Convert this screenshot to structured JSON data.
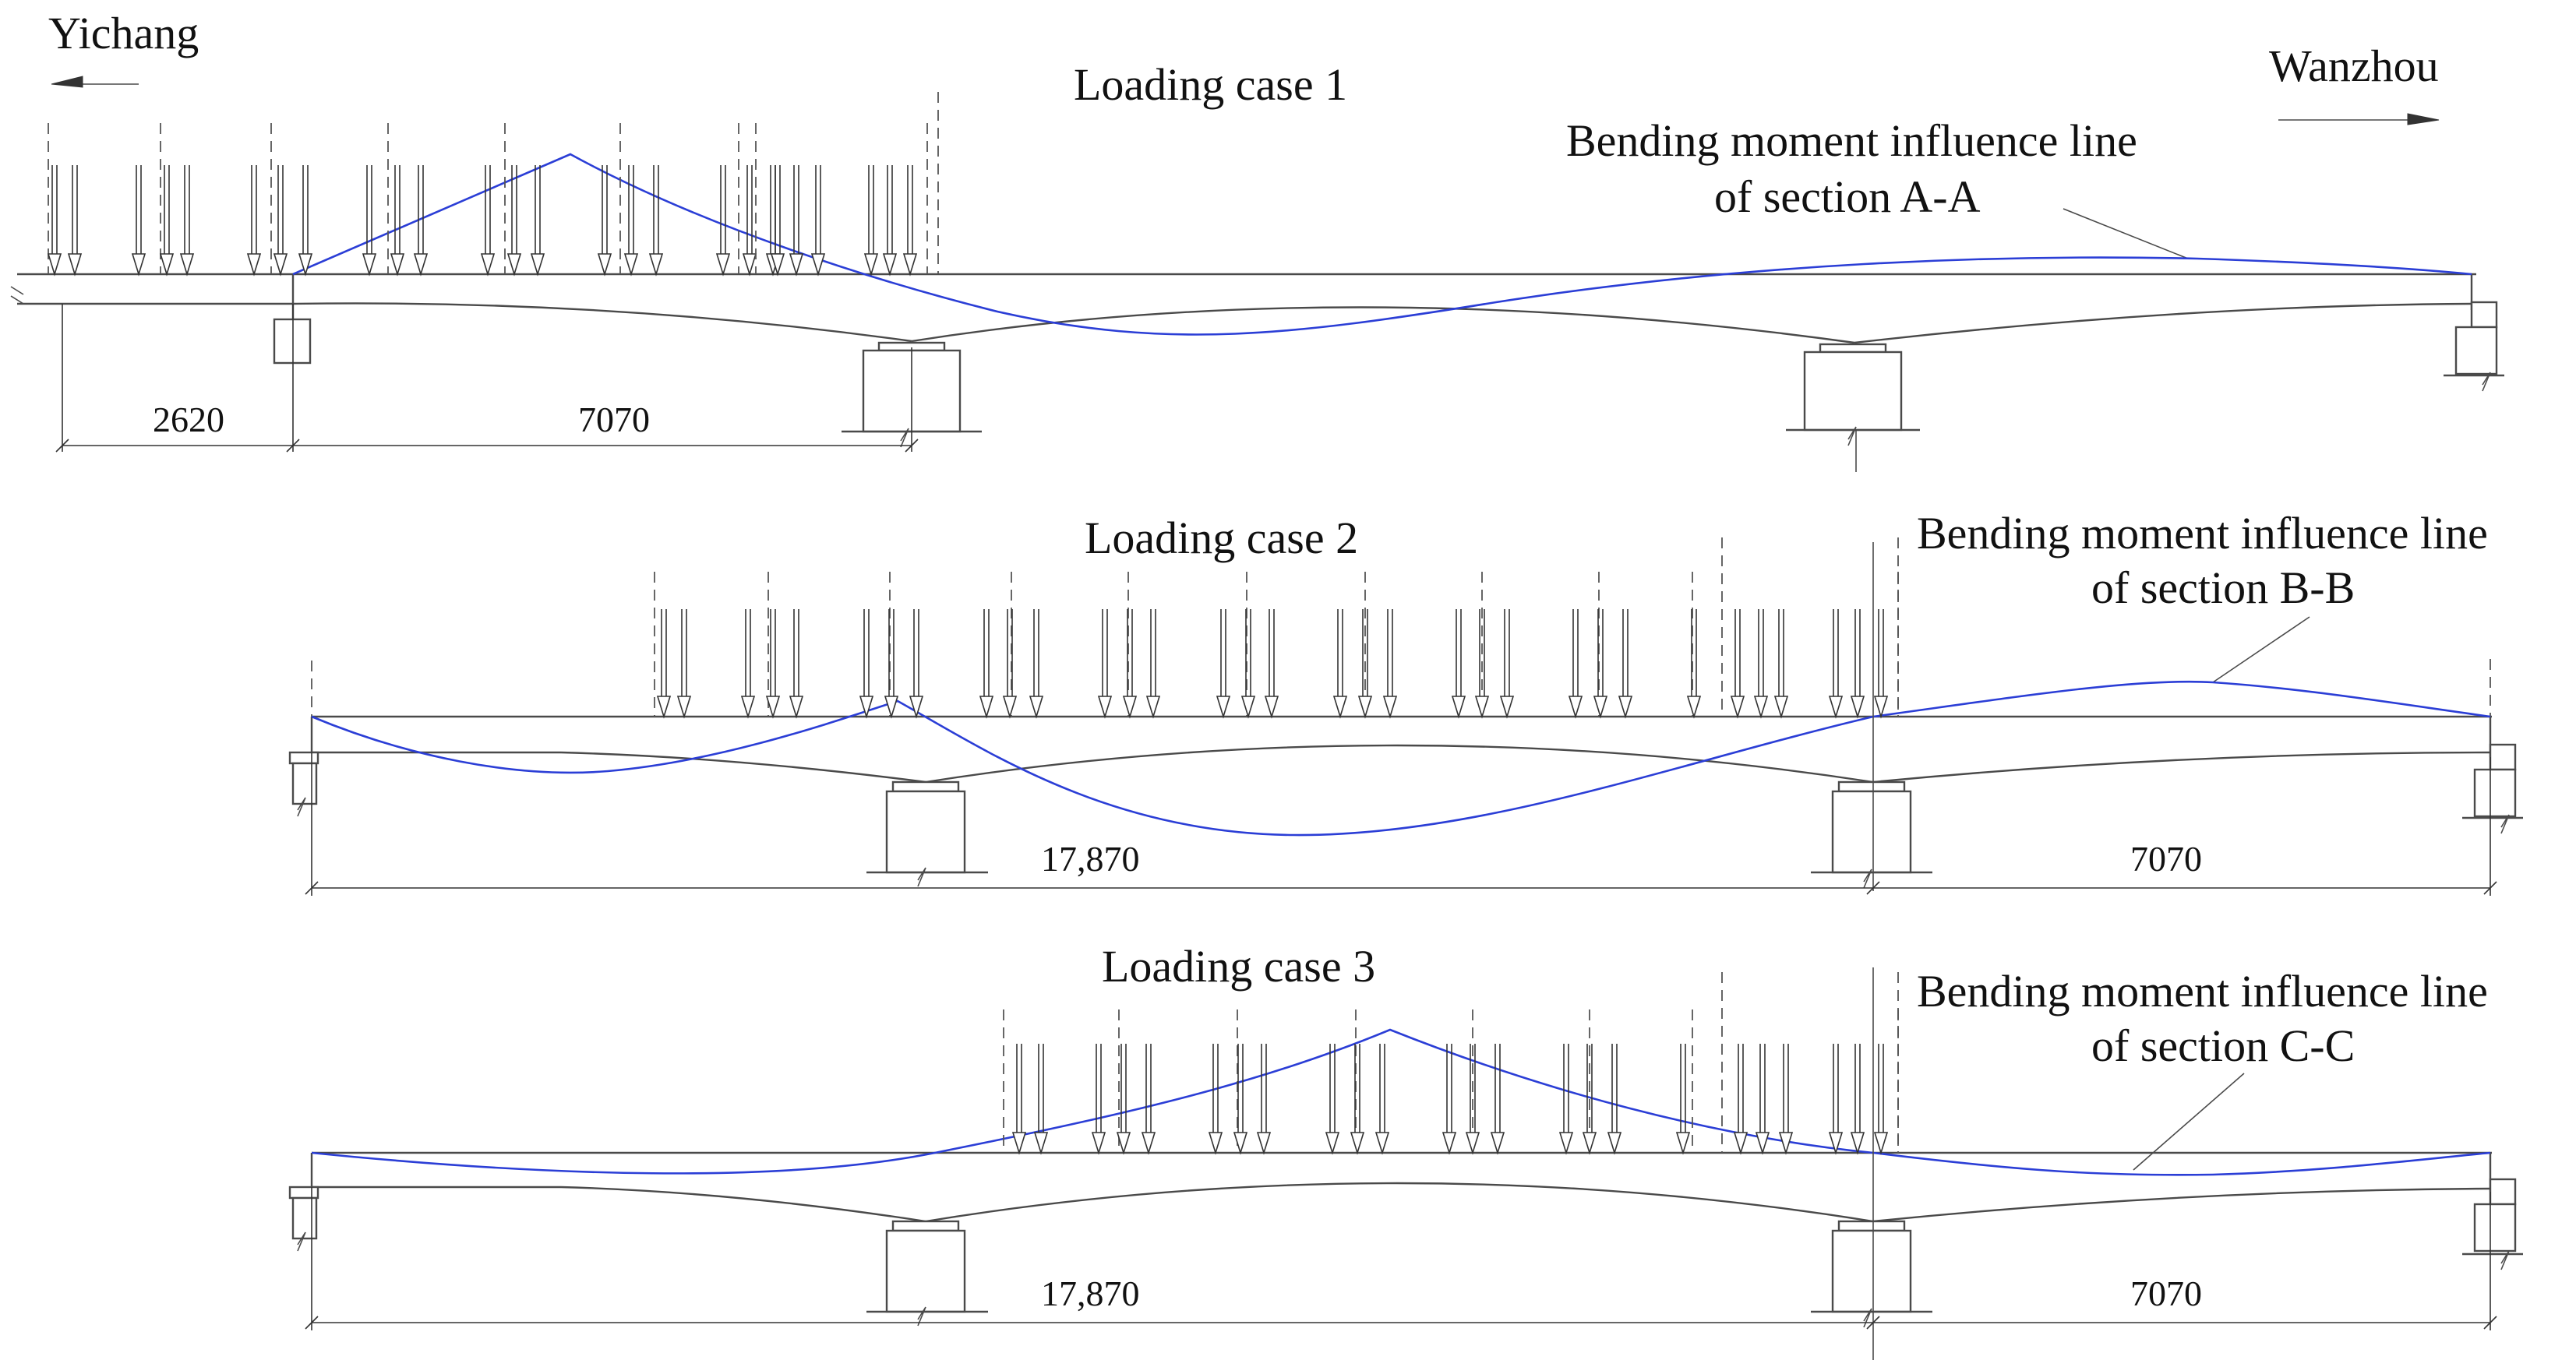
{
  "directions": {
    "left": "Yichang",
    "right": "Wanzhou"
  },
  "colors": {
    "influence_line": "#2b3ed6",
    "structure": "#4a4a4a",
    "text": "#111111"
  },
  "cases": [
    {
      "title": "Loading case 1",
      "label_line1": "Bending moment influence line",
      "label_line2": "of section A-A",
      "dims": [
        "2620",
        "7070"
      ]
    },
    {
      "title": "Loading case 2",
      "label_line1": "Bending moment influence line",
      "label_line2": "of section B-B",
      "dims": [
        "17,870",
        "7070"
      ]
    },
    {
      "title": "Loading case 3",
      "label_line1": "Bending moment influence line",
      "label_line2": "of section C-C",
      "dims": [
        "17,870",
        "7070"
      ]
    }
  ]
}
